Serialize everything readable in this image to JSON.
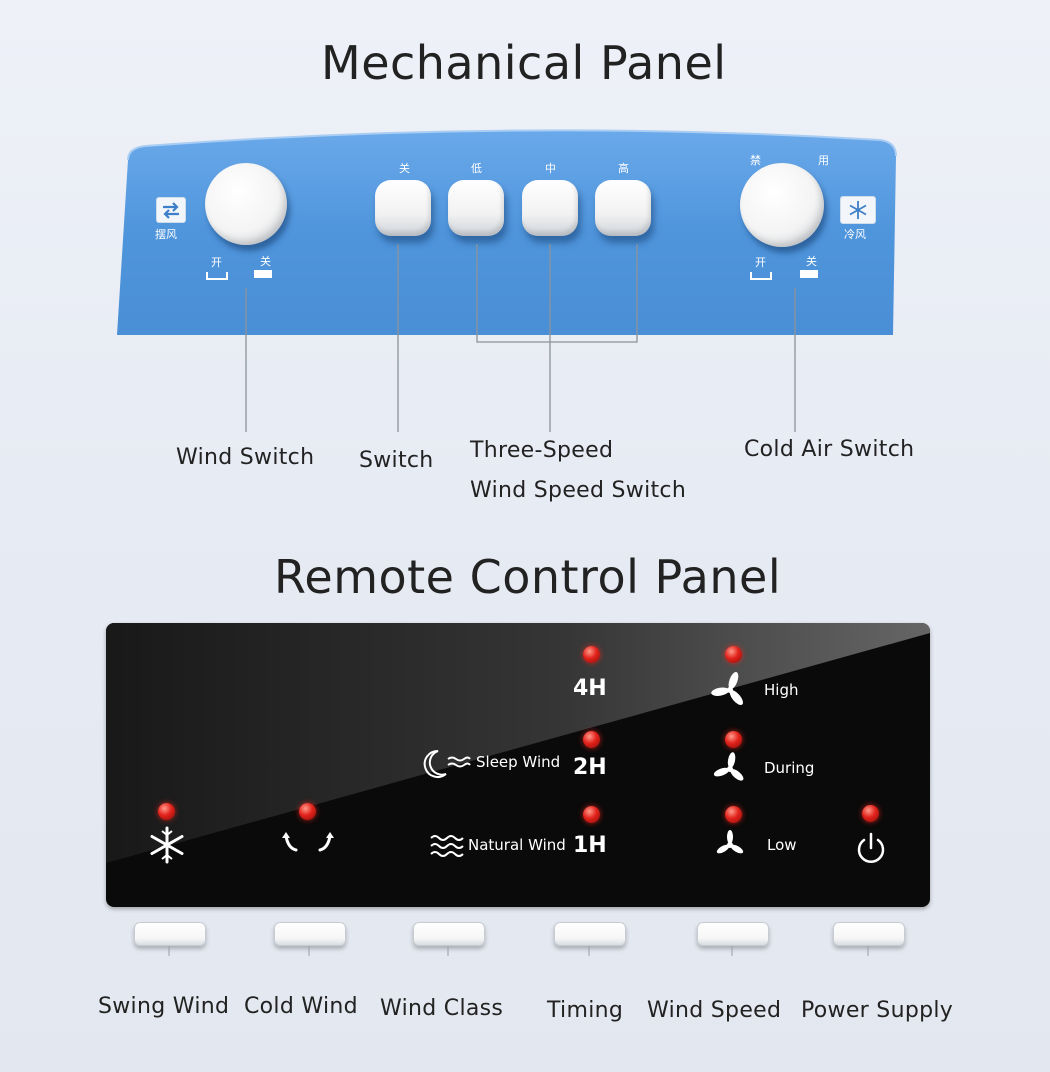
{
  "mechanical": {
    "title": "Mechanical Panel",
    "panel_text": {
      "swing_icon_label": "摆风",
      "cold_icon_label": "冷风",
      "left_on": "开",
      "left_off": "关",
      "right_on": "开",
      "right_off": "关",
      "off": "关",
      "low": "低",
      "mid": "中",
      "high": "高",
      "right_a": "禁",
      "right_b": "用"
    },
    "labels": {
      "wind_switch": "Wind Switch",
      "switch": "Switch",
      "three_speed_line1": "Three-Speed",
      "three_speed_line2": "Wind Speed Switch",
      "cold_air_switch": "Cold Air Switch"
    }
  },
  "remote": {
    "title": "Remote Control Panel",
    "timers": [
      "4H",
      "2H",
      "1H"
    ],
    "speeds": [
      "High",
      "During",
      "Low"
    ],
    "modes": {
      "sleep": "Sleep Wind",
      "natural": "Natural Wind"
    },
    "button_labels": [
      "Swing Wind",
      "Cold Wind",
      "Wind Class",
      "Timing",
      "Wind Speed",
      "Power Supply"
    ]
  },
  "colors": {
    "panel_blue": "#4f95dc",
    "led_red": "#e2221b",
    "glass_black": "#0c0c0c"
  }
}
